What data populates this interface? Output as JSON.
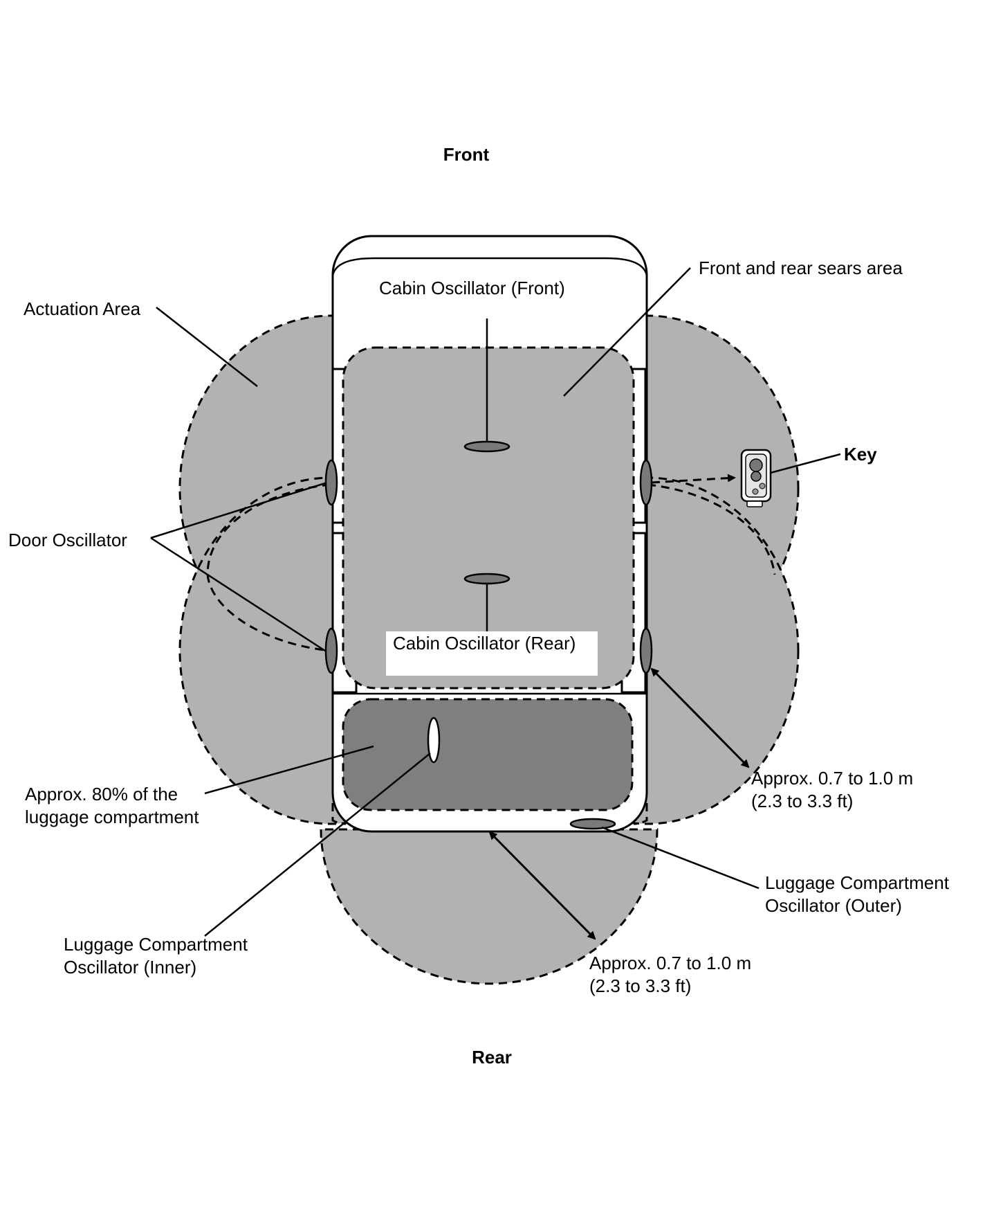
{
  "diagram": {
    "orientation": {
      "front": "Front",
      "rear": "Rear"
    },
    "labels": {
      "actuation_area": "Actuation Area",
      "cabin_osc_front": "Cabin Oscillator (Front)",
      "cabin_osc_rear": "Cabin Oscillator (Rear)",
      "seats_area": "Front and rear sears area",
      "key": "Key",
      "door_osc": "Door Oscillator",
      "luggage_pct_line1": "Approx. 80% of the",
      "luggage_pct_line2": "luggage compartment",
      "range_side_line1": "Approx. 0.7 to 1.0 m",
      "range_side_line2": "(2.3 to 3.3 ft)",
      "range_rear_line1": "Approx. 0.7 to 1.0 m",
      "range_rear_line2": "(2.3 to 3.3 ft)",
      "luggage_outer_line1": "Luggage Compartment",
      "luggage_outer_line2": "Oscillator (Outer)",
      "luggage_inner_line1": "Luggage Compartment",
      "luggage_inner_line2": "Oscillator (Inner)"
    },
    "colors": {
      "actuation_fill": "#b2b2b2",
      "luggage_fill": "#7f7f7f",
      "oscillator_fill": "#7a7a7a",
      "outline": "#000000"
    },
    "icons": [
      "smart-key-fob-icon"
    ]
  }
}
